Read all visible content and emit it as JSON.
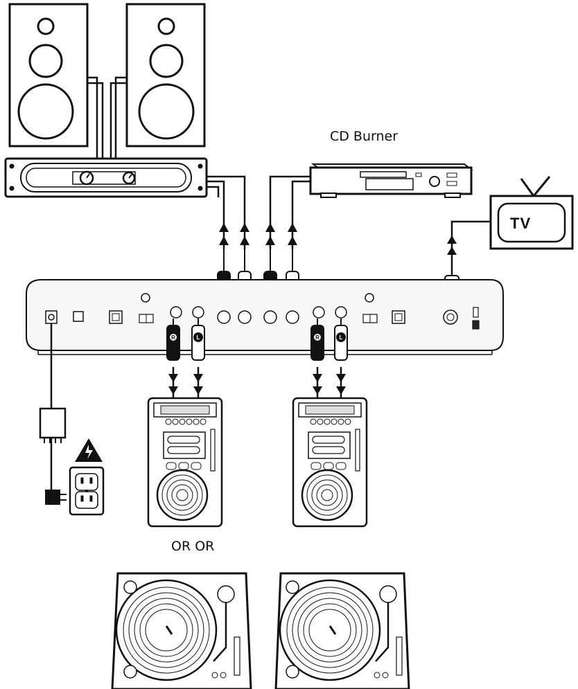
{
  "labels": {
    "cd_burner": "CD Burner",
    "tv": "TV",
    "or_or": "OR OR"
  },
  "icons": [
    "speaker-icon",
    "amplifier-icon",
    "cd-burner-icon",
    "tv-icon",
    "mixer-icon",
    "cd-player-icon",
    "turntable-icon",
    "power-adapter-icon",
    "wall-outlet-icon",
    "warning-icon",
    "rca-plug-icon",
    "svideo-plug-icon"
  ],
  "colors": {
    "line": "#111111",
    "background": "#ffffff",
    "panel": "#f4f4f4"
  }
}
